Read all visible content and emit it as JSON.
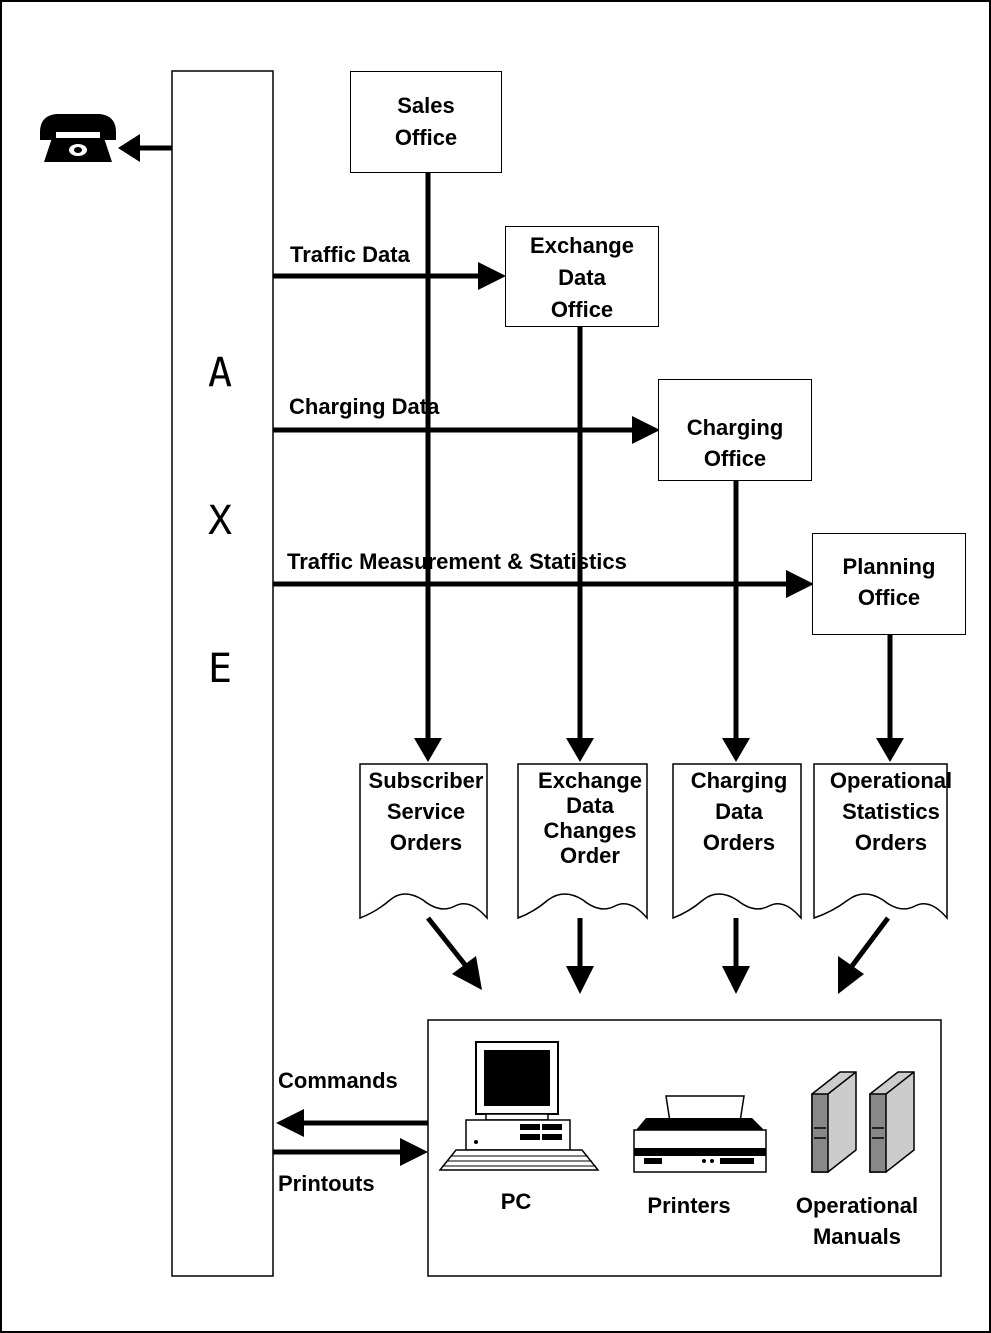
{
  "axe": {
    "letters": [
      "A",
      "X",
      "E"
    ]
  },
  "offices": {
    "sales": [
      "Sales",
      "Office"
    ],
    "exchange": [
      "Exchange",
      "Data",
      "Office"
    ],
    "charging": [
      "Charging",
      "Office"
    ],
    "planning": [
      "Planning",
      "Office"
    ]
  },
  "flows": {
    "traffic_data": "Traffic Data",
    "charging_data": "Charging Data",
    "traffic_measurement": "Traffic Measurement & Statistics",
    "commands": "Commands",
    "printouts": "Printouts"
  },
  "orders": {
    "subscriber": [
      "Subscriber",
      "Service",
      "Orders"
    ],
    "exchange": [
      "Exchange",
      "Data",
      "Changes",
      "Order"
    ],
    "charging": [
      "Charging",
      "Data",
      "Orders"
    ],
    "operational": [
      "Operational",
      "Statistics",
      "Orders"
    ]
  },
  "devices": {
    "pc": "PC",
    "printers": "Printers",
    "manuals": [
      "Operational",
      "Manuals"
    ]
  },
  "icons": {
    "telephone": "telephone-icon",
    "pc": "computer-icon",
    "printer": "printer-icon",
    "manuals": "binder-icon"
  }
}
